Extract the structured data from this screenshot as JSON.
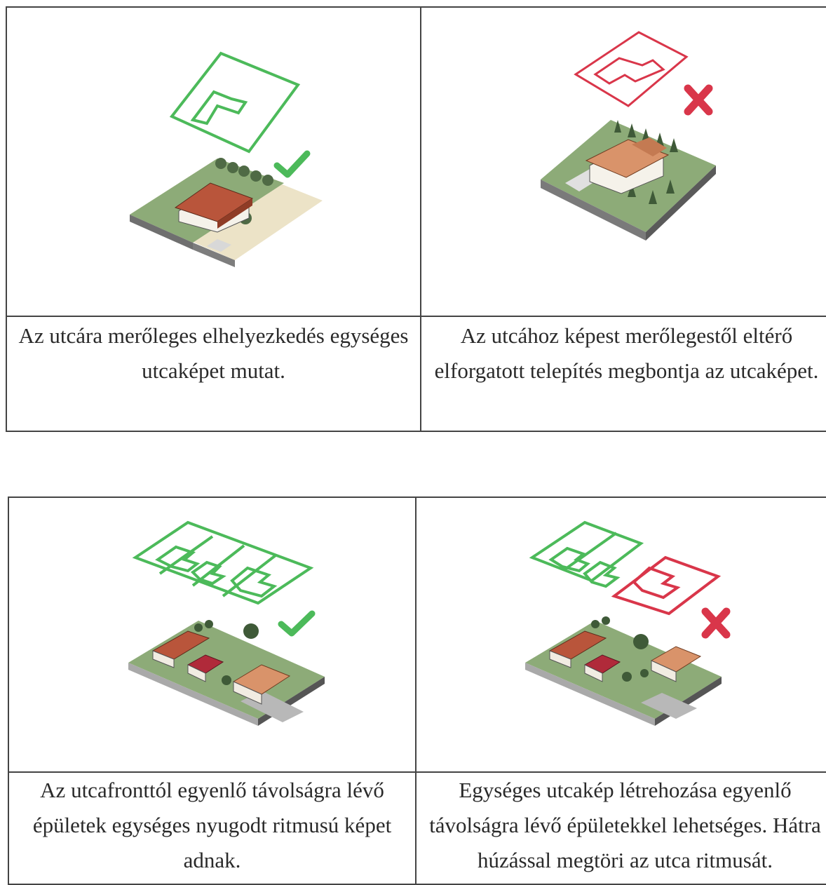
{
  "table1": {
    "left_caption": "Az utcára merőleges elhelyezkedés egységes utcaképet mutat.",
    "right_caption": "Az utcához képest merőlegestől eltérő elforgatott telepítés megbontja az utcaképet.",
    "left_status_icon": "check-icon",
    "right_status_icon": "cross-icon"
  },
  "table2": {
    "left_caption": "Az utcafronttól egyenlő távolságra lévő épületek egységes nyugodt ritmusú képet adnak.",
    "right_caption": "Egységes utcakép létrehozása egyenlő távolságra lévő épületekkel lehetséges. Hátra húzással megtöri az utca ritmusát.",
    "left_status_icon": "check-icon",
    "right_status_icon": "cross-icon"
  },
  "colors": {
    "ok_green": "#4cba5a",
    "bad_red": "#d9364a",
    "lawn": "#8dab78",
    "roof": "#b9553b",
    "roof_red": "#b02a3a",
    "roof_light": "#d9936a",
    "road": "#a9a9a9",
    "sand": "#ece3c7"
  }
}
